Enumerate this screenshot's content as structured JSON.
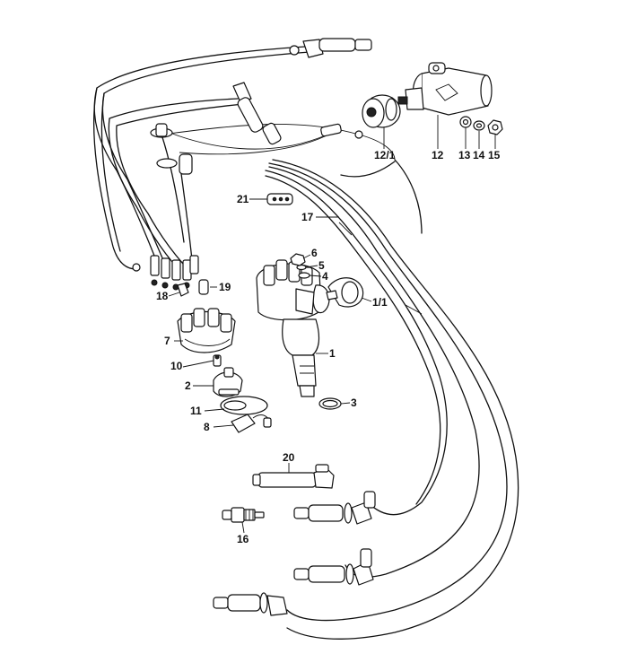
{
  "labels": {
    "p1": "1",
    "p1_1": "1/1",
    "p2": "2",
    "p3": "3",
    "p4": "4",
    "p5": "5",
    "p6": "6",
    "p7": "7",
    "p8": "8",
    "p10": "10",
    "p11": "11",
    "p12": "12",
    "p12_1": "12/1",
    "p13": "13",
    "p14": "14",
    "p15": "15",
    "p16": "16",
    "p17": "17",
    "p18": "18",
    "p19": "19",
    "p20": "20",
    "p21": "21"
  }
}
